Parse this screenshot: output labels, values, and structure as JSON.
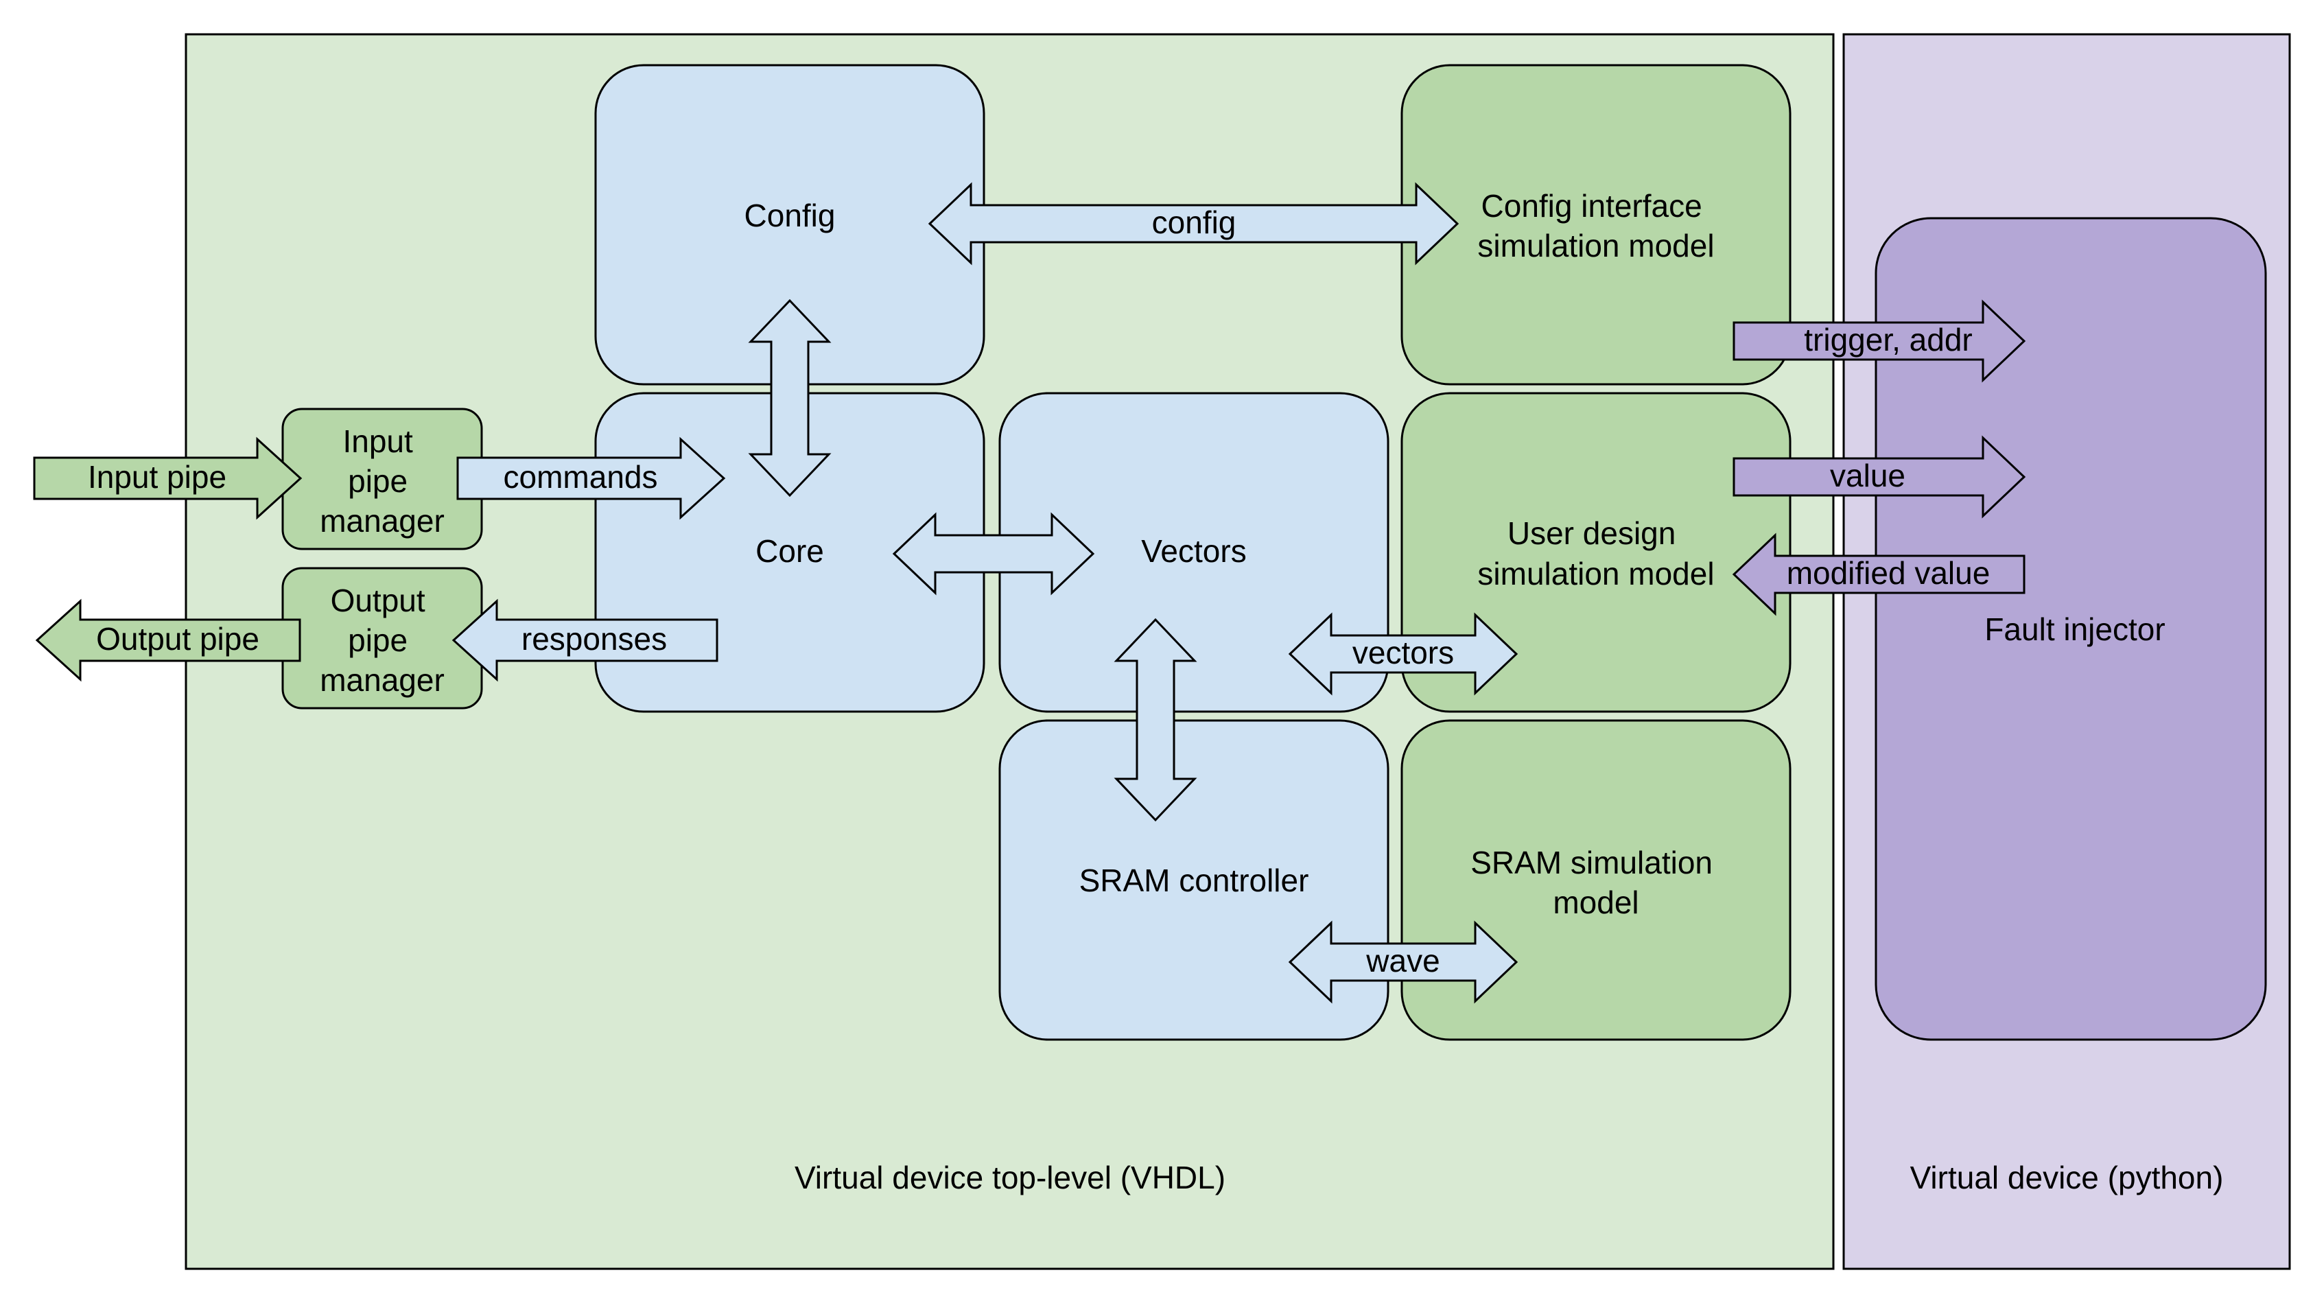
{
  "colors": {
    "vhdl_container": "#d9ead3",
    "python_container": "#d9d2e9",
    "blue_block": "#cfe2f3",
    "green_block": "#b6d7a8",
    "purple_block": "#b4a7d6",
    "stroke": "#000000"
  },
  "containers": {
    "vhdl_label": "Virtual device top-level (VHDL)",
    "python_label": "Virtual device (python)"
  },
  "blocks": {
    "config": "Config",
    "core": "Core",
    "vectors": "Vectors",
    "sram_controller": "SRAM controller",
    "config_interface": [
      "Config interface",
      "simulation model"
    ],
    "user_design": [
      "User design",
      "simulation model"
    ],
    "sram_sim": [
      "SRAM simulation",
      "model"
    ],
    "fault_injector": "Fault injector",
    "input_pipe_manager": [
      "Input",
      "pipe",
      "manager"
    ],
    "output_pipe_manager": [
      "Output",
      "pipe",
      "manager"
    ]
  },
  "arrows": {
    "input_pipe": "Input pipe",
    "output_pipe": "Output pipe",
    "commands": "commands",
    "responses": "responses",
    "config": "config",
    "vectors": "vectors",
    "wave": "wave",
    "trigger_addr": "trigger, addr",
    "value": "value",
    "modified_value": "modified value"
  }
}
